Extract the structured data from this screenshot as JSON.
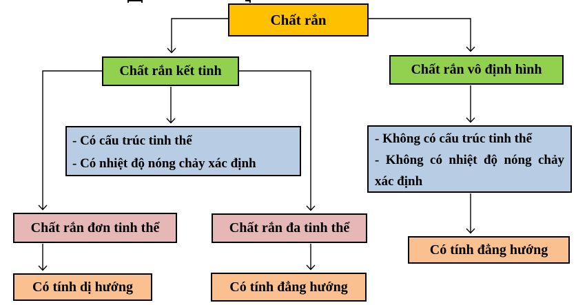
{
  "diagram": {
    "title_node": "Chất rắn",
    "nodes": {
      "root": {
        "label": "Chất rắn",
        "color": "#FFC000"
      },
      "crystalline": {
        "label": "Chất rắn kết tinh",
        "color": "#92D050"
      },
      "amorphous": {
        "label": "Chất rắn vô định hình",
        "color": "#92D050"
      },
      "crystalline_props": {
        "lines": [
          "- Có cấu trúc tinh thể",
          "- Có nhiệt độ nóng chảy xác định"
        ],
        "color": "#B8CCE4"
      },
      "amorphous_props": {
        "lines": [
          "- Không có cấu trúc tinh thể",
          "- Không có nhiệt độ nóng chảy xác định"
        ],
        "color": "#B8CCE4"
      },
      "monocrystal": {
        "label": "Chất rắn đơn tinh thể",
        "color": "#E5B8B7"
      },
      "polycrystal": {
        "label": "Chất rắn đa tinh thể",
        "color": "#E5B8B7"
      },
      "anisotropic": {
        "label": "Có tính dị hướng",
        "color": "#FAC090"
      },
      "isotropic_poly": {
        "label": "Có tính đẳng hướng",
        "color": "#FAC090"
      },
      "isotropic_amorphous": {
        "label": "Có tính đẳng hướng",
        "color": "#FAC090"
      }
    },
    "edges": [
      {
        "from": "root",
        "to": "crystalline"
      },
      {
        "from": "root",
        "to": "amorphous"
      },
      {
        "from": "crystalline",
        "to": "crystalline_props"
      },
      {
        "from": "crystalline",
        "to": "monocrystal"
      },
      {
        "from": "crystalline",
        "to": "polycrystal"
      },
      {
        "from": "amorphous",
        "to": "amorphous_props"
      },
      {
        "from": "amorphous_props",
        "to": "isotropic_amorphous"
      },
      {
        "from": "monocrystal",
        "to": "anisotropic"
      },
      {
        "from": "polycrystal",
        "to": "isotropic_poly"
      }
    ],
    "colors": {
      "root_fill": "#FFC000",
      "category_fill": "#92D050",
      "property_fill": "#B8CCE4",
      "subtype_fill": "#E5B8B7",
      "result_fill": "#FAC090",
      "border": "#000000",
      "text": "#000000",
      "background": "#FFFFFF"
    }
  }
}
